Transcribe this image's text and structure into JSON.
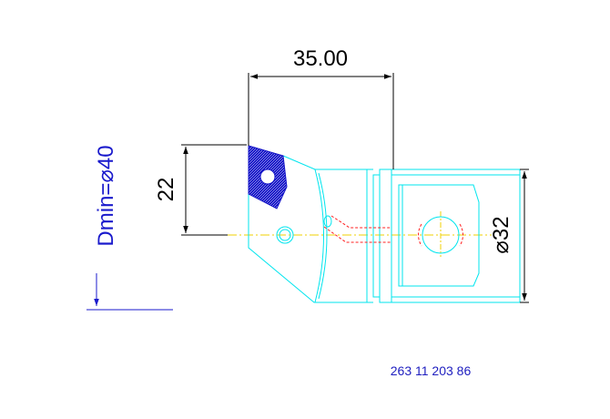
{
  "dimensions": {
    "length_label": "35.00",
    "height_label": "22",
    "diameter_label": "⌀32",
    "dmin_label": "Dmin=⌀40"
  },
  "part_number": "263 11 203 86",
  "colors": {
    "body_outline": "#00e5ee",
    "dimension": "#000000",
    "insert": "#1515c8",
    "dmin": "#1a1acc",
    "centerline": "#f0d000",
    "coolant": "#ff2020",
    "part_number": "#2020c0"
  }
}
